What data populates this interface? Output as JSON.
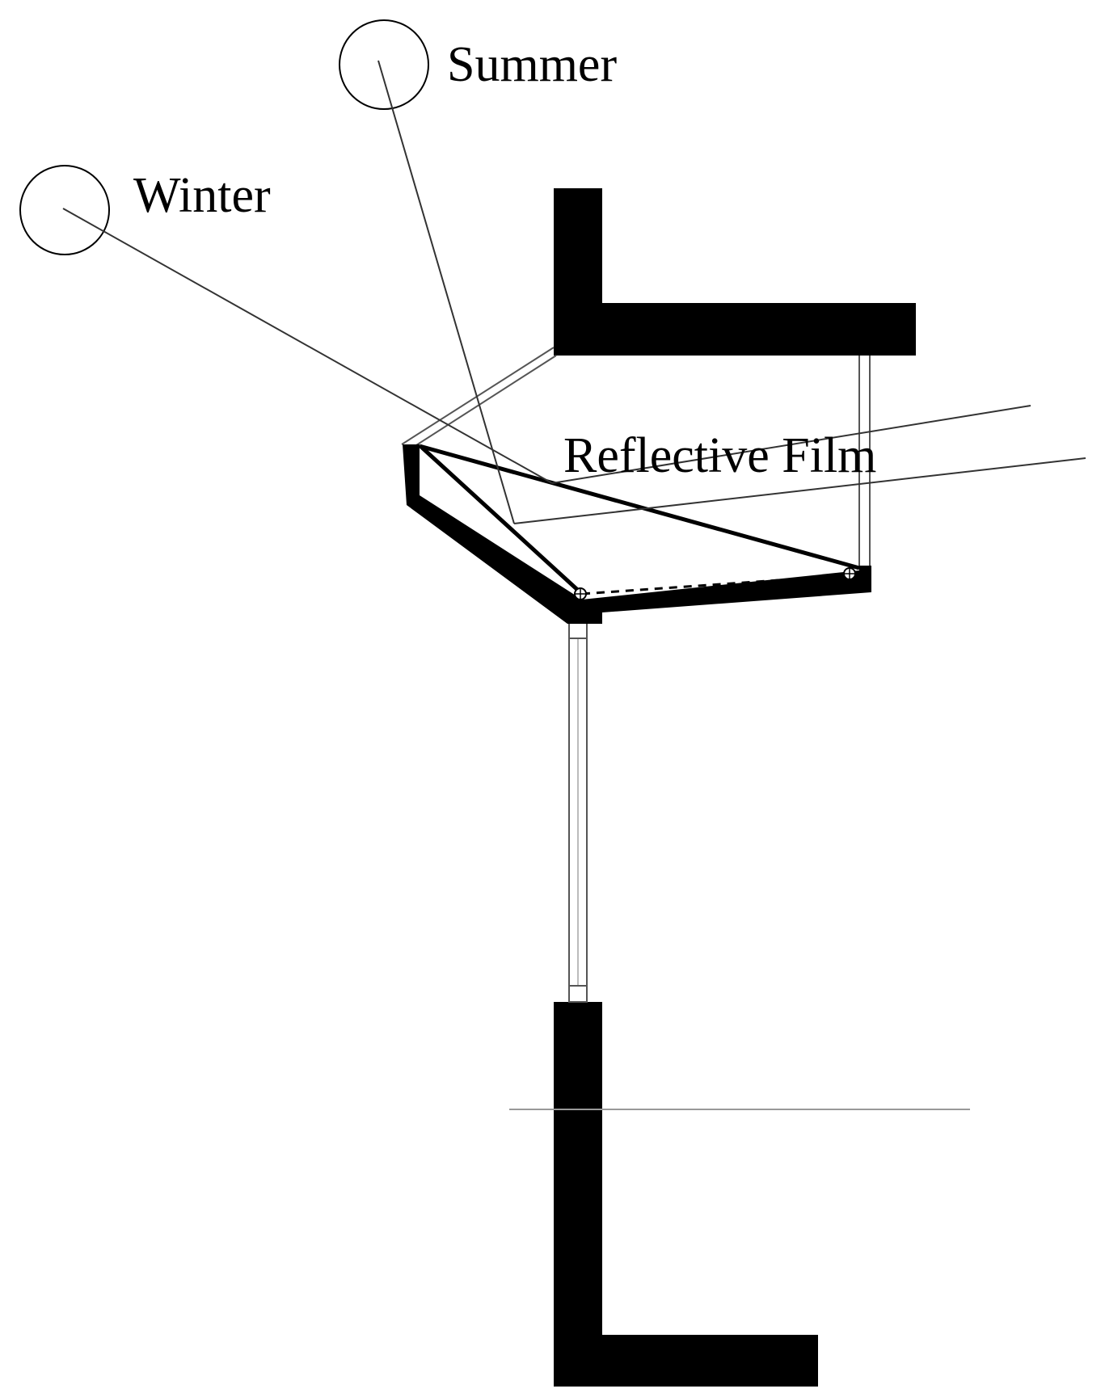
{
  "labels": {
    "summer": "Summer",
    "winter": "Winter",
    "reflective_film": "Reflective Film"
  },
  "icons": {
    "summer_sun": "sun-circle-icon",
    "winter_sun": "sun-circle-icon"
  },
  "colors": {
    "ink": "#000000",
    "thin_line": "#333333",
    "ground_line": "#999999",
    "background": "#ffffff"
  }
}
